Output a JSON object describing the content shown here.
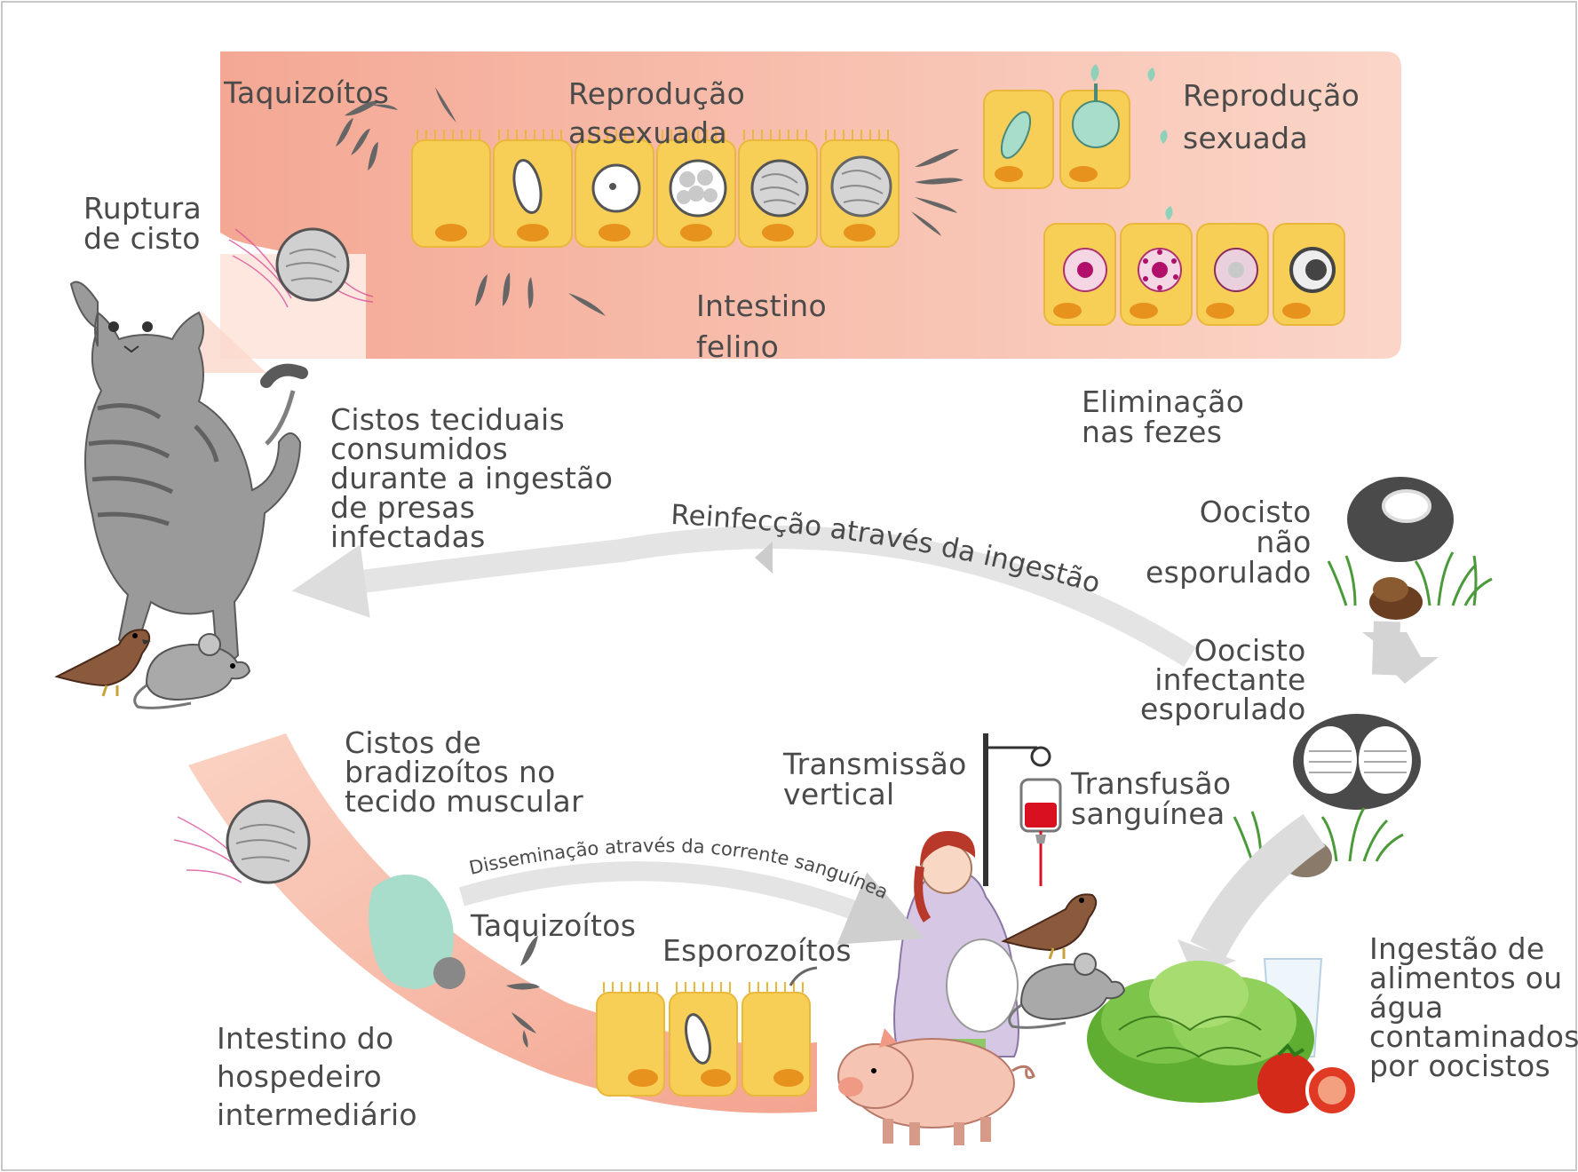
{
  "labels": {
    "taquizoitos_top": "Taquizoítos",
    "reproducao_assexuada": "Reprodução\nassexuada",
    "reproducao_sexuada": "Reprodução\nsexuada",
    "ruptura_cisto": "Ruptura\nde cisto",
    "intestino_felino": "Intestino\nfelino",
    "eliminacao_fezes": "Eliminação\nnas fezes",
    "cistos_teciduais": "Cistos teciduais\nconsumidos\ndurante a ingestão\nde presas\ninfectadas",
    "reinfeccao": "Reinfecção através da ingestão",
    "oocisto_nao_esporulado": "Oocisto\nnão\nesporulado",
    "oocisto_infectante": "Oocisto\ninfectante\nesporulado",
    "cistos_bradizoitos": "Cistos de\nbradizoítos no\ntecido muscular",
    "transmissao_vertical": "Transmissão\nvertical",
    "transfusao_sanguinea": "Transfusão\nsanguínea",
    "disseminacao": "Disseminação através da corrente sanguínea",
    "taquizoitos_bottom": "Taquizoítos",
    "esporozoitos": "Esporozoítos",
    "intestino_hospedeiro": "Intestino do\nhospedeiro\nintermediário",
    "ingestao_alimentos": "Ingestão de\nalimentos ou\nágua\ncontaminados\npor oocistos"
  },
  "icons": {
    "cat": "cat-icon",
    "bird": "sparrow-icon",
    "mouse": "mouse-icon",
    "pig": "pig-icon",
    "woman": "pregnant-woman-icon",
    "iv_bag": "blood-bag-icon",
    "vegetables": "lettuce-tomato-icon",
    "glass": "water-glass-icon"
  },
  "colors": {
    "intestine_band": "#f6b9a6",
    "cell_fill": "#f7cf57",
    "cell_nucleus": "#e8921e",
    "arrow_gray": "#dcdcdc",
    "text": "#4a4a4a"
  }
}
